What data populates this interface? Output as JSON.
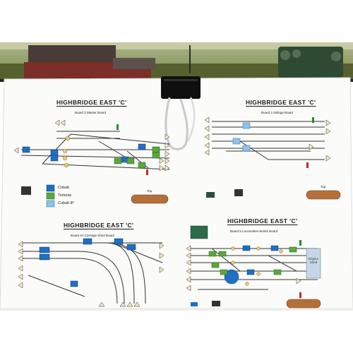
{
  "scene": {
    "description_visible": false
  },
  "sheet": {
    "panels": [
      {
        "title": "HIGHBRIDGE EAST 'C'",
        "subtitle": "Board 2 Master Board"
      },
      {
        "title": "HIGHBRIDGE EAST 'C'",
        "subtitle": "Board 3 Sidings Board"
      },
      {
        "title": "HIGHBRIDGE EAST 'C'",
        "subtitle": "Board 4A Carriage Shed Board"
      },
      {
        "title": "HIGHBRIDGE EAST 'C'",
        "subtitle": "Board 5 Locomotive Works Board"
      }
    ],
    "legend": {
      "items": [
        {
          "label": "Cobalt",
          "color": "#1f6fc2"
        },
        {
          "label": "Tortoise",
          "color": "#5aa83c"
        },
        {
          "label": "Cobalt IP",
          "color": "#8ec2e6"
        }
      ]
    },
    "top_labels": [
      "Top",
      "Top"
    ],
    "engine_shed_label": "Engine Shed",
    "colors": {
      "cobalt": "#1f6fc2",
      "tortoise": "#5aa83c",
      "cobalt_ip": "#8ec2e6",
      "track": "#333333",
      "arrow_fill": "#f3e7c4",
      "brass_plate": "#b5703a"
    }
  }
}
